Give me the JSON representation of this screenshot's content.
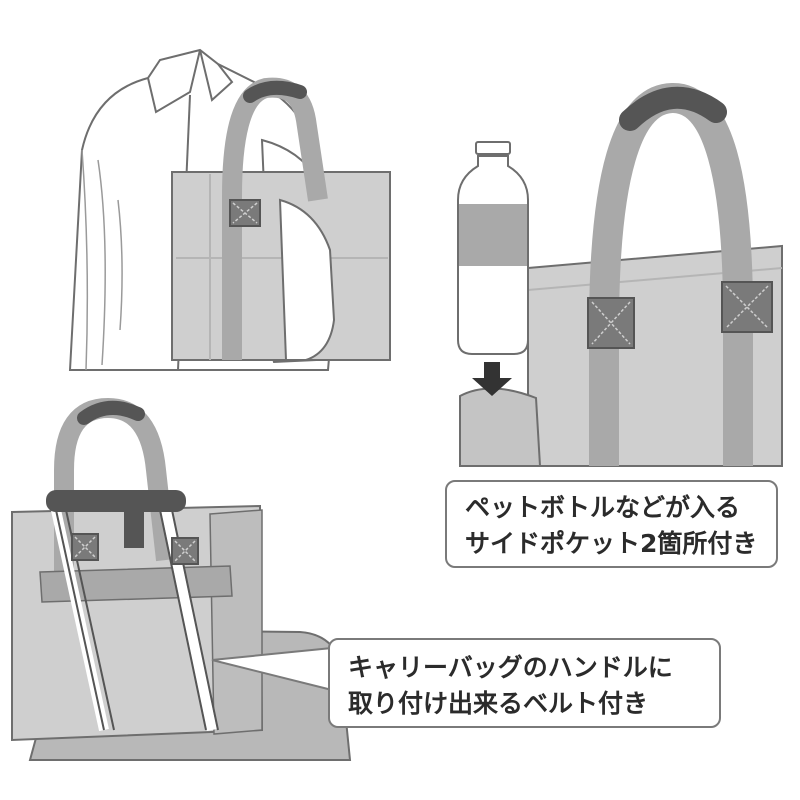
{
  "callouts": {
    "side_pocket": {
      "line1": "ペットボトルなどが入る",
      "line2": "サイドポケット2箇所付き"
    },
    "carry_belt": {
      "line1": "キャリーバッグのハンドルに",
      "line2": "取り付け出来るベルト付き"
    }
  },
  "colors": {
    "bag_body": "#cfcfcf",
    "strap": "#a9a9a9",
    "handle_grip": "#555555",
    "outline": "#6e6e6e",
    "background": "#ffffff"
  }
}
